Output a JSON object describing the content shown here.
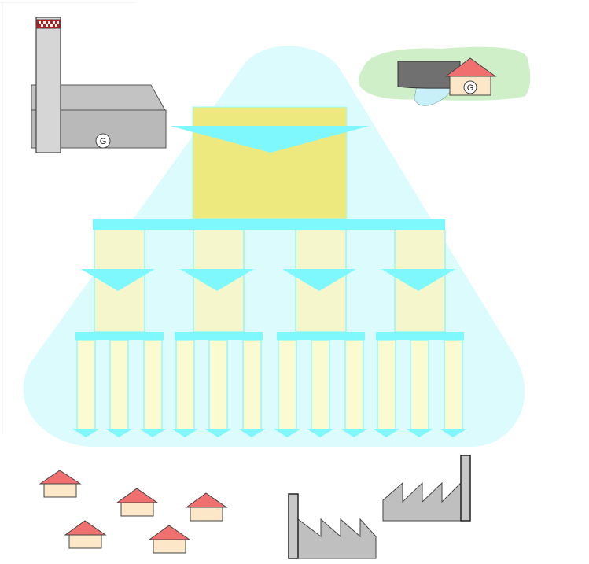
{
  "diagram": {
    "generator_marker": "G",
    "components": [
      "power-plant",
      "remote-generator-house",
      "distribution-pyramid",
      "consumer-houses",
      "factories"
    ],
    "colors": {
      "pyramid_fill": "#dcfbfd",
      "bus_cyan": "#7ff8fd",
      "main_block": "#ede97e",
      "sub_block": "#f6f6cc",
      "leaf_block": "#fbfbd2",
      "roof_red": "#f07070",
      "house_wall": "#fce8c8",
      "plant_gray": "#c0c0c0",
      "factory_gray": "#bfbfbf",
      "chimney_band": "#b02020",
      "island_green": "#cfefc8",
      "dark_gray": "#707070"
    }
  }
}
